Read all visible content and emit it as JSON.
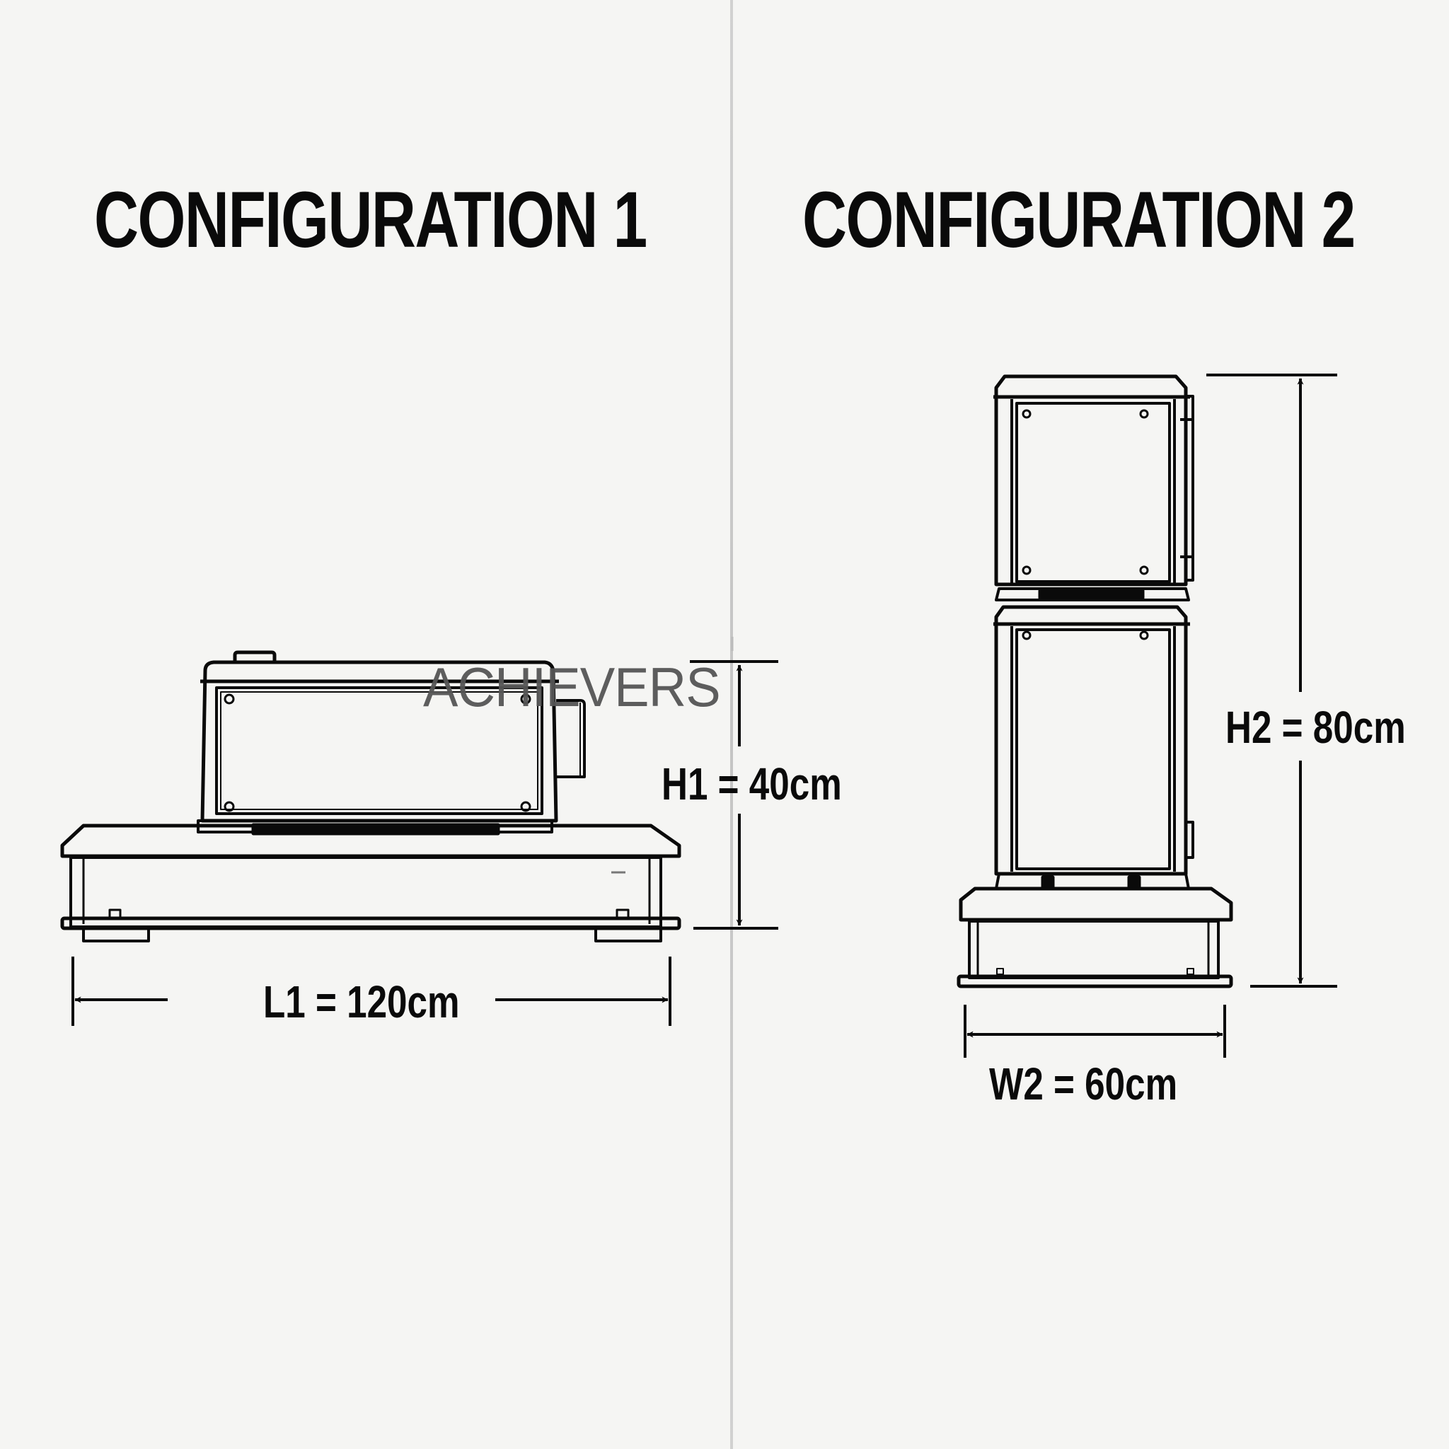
{
  "colors": {
    "background": "#f5f5f3",
    "ink": "#0a0a0a",
    "divider": "#bdbdbd",
    "watermark": "#555555"
  },
  "configurations": [
    {
      "title": "CONFIGURATION 1",
      "layout": "side-by-side (unit on wide base)",
      "dimensions": {
        "height_label": "H1 = 40cm",
        "length_label": "L1 = 120cm"
      }
    },
    {
      "title": "CONFIGURATION 2",
      "layout": "stacked (two units on compact base)",
      "dimensions": {
        "height_label": "H2 = 80cm",
        "width_label": "W2 = 60cm"
      }
    }
  ],
  "watermark": "ACHIEVERS",
  "icons": {
    "dimension-arrow": "double-headed arrow",
    "bolt": "circle"
  }
}
